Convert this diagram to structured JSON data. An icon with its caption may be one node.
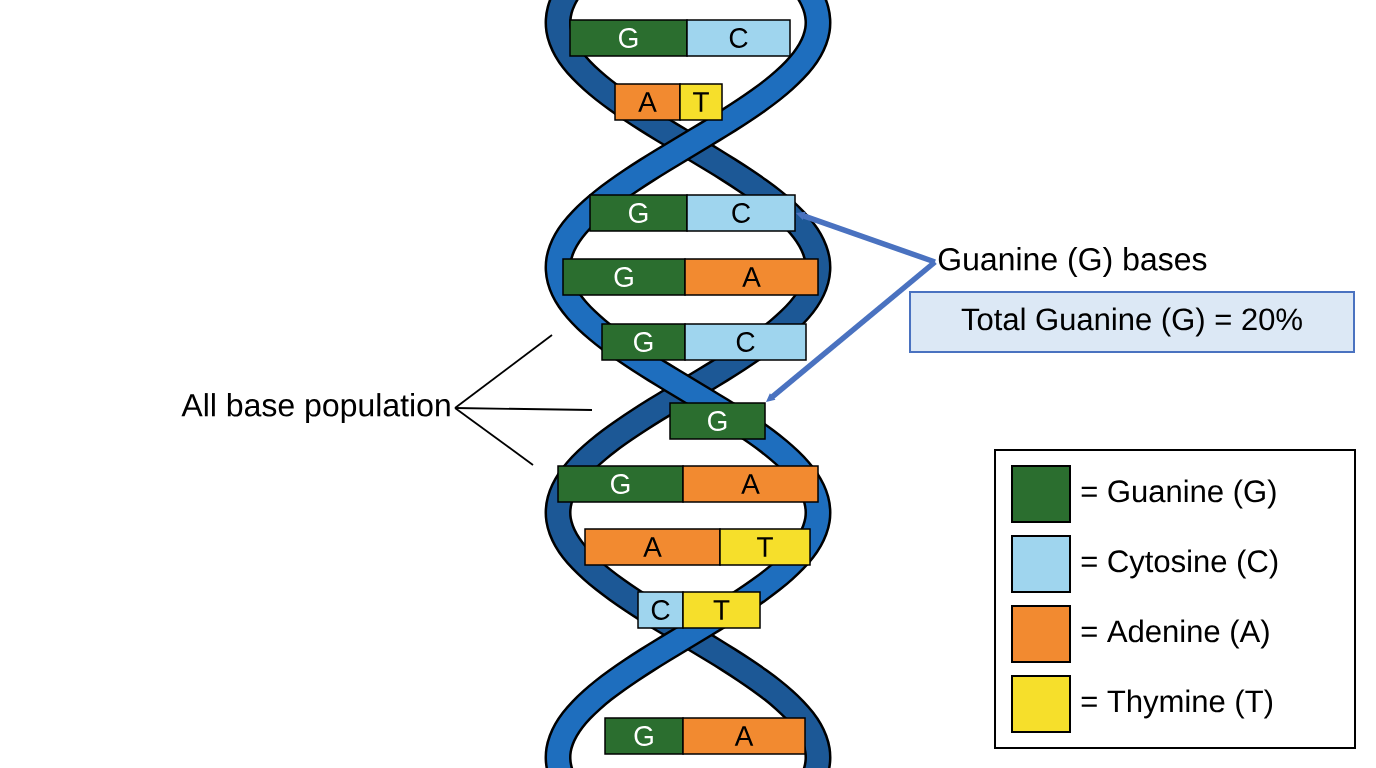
{
  "diagram": {
    "nodes": [
      {
        "text": [
          "G"
        ]
      },
      {
        "text": [
          "C"
        ]
      },
      {
        "text": [
          "A"
        ]
      },
      {
        "text": [
          "T"
        ]
      },
      {
        "text": [
          "G"
        ]
      },
      {
        "text": [
          "C"
        ]
      },
      {
        "text": [
          "G"
        ]
      },
      {
        "text": [
          "A"
        ]
      },
      {
        "text": [
          "G"
        ]
      },
      {
        "text": [
          "C"
        ]
      },
      {
        "text": [
          "G"
        ]
      },
      {
        "text": [
          "G"
        ]
      },
      {
        "text": [
          "A"
        ]
      },
      {
        "text": [
          "A"
        ]
      },
      {
        "text": [
          "T"
        ]
      },
      {
        "text": [
          "C"
        ]
      },
      {
        "text": [
          "T"
        ]
      },
      {
        "text": [
          "G"
        ]
      },
      {
        "text": [
          "A"
        ]
      },
      {
        "text": [
          "Guanine (G) bases"
        ]
      },
      {
        "text": [
          "Total Guanine (G) = 20%"
        ]
      },
      {
        "text": [
          "All base population"
        ]
      }
    ],
    "edges": [
      {
        "from": 19,
        "to": 5,
        "arrow": "to",
        "style": "thick",
        "color": "#4a72c0"
      },
      {
        "from": 19,
        "to": 10,
        "arrow": "to",
        "style": "thick",
        "color": "#4a72c0"
      },
      {
        "from": 21,
        "to": null,
        "arrow": "none"
      },
      {
        "from": 21,
        "to": null,
        "arrow": "none"
      },
      {
        "from": 21,
        "to": null,
        "arrow": "none"
      }
    ],
    "legend": [
      {
        "text": "= Guanine (G)",
        "color": "#2b6e2f"
      },
      {
        "text": "= Cytosine (C)",
        "color": "#9fd5ee"
      },
      {
        "text": "= Adenine (A)",
        "color": "#f28a30"
      },
      {
        "text": "= Thymine (T)",
        "color": "#f6df2b"
      }
    ]
  }
}
